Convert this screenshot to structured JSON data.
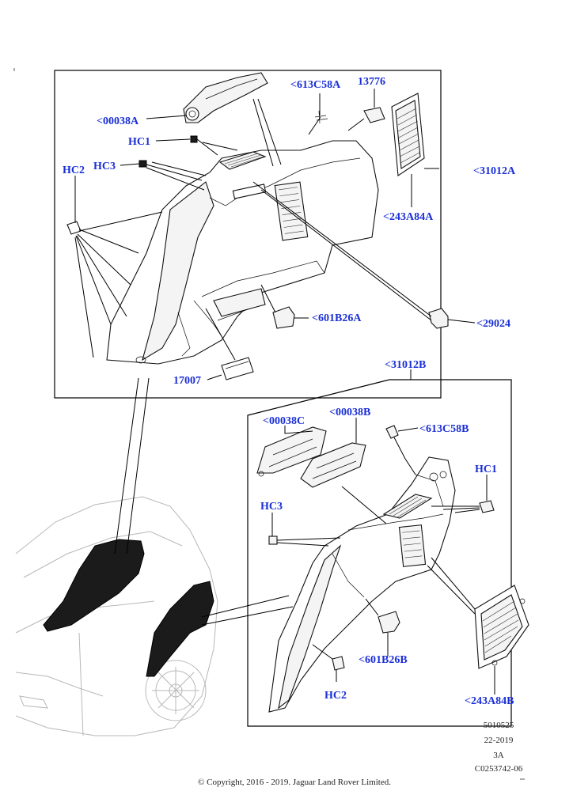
{
  "labels": {
    "top_00038A": "<00038A",
    "top_613C58A": "<613C58A",
    "top_13776": "13776",
    "top_HC1": "HC1",
    "top_HC3": "HC3",
    "top_HC2": "HC2",
    "top_31012A": "<31012A",
    "top_243A84A": "<243A84A",
    "top_601B26A": "<601B26A",
    "top_29024": "<29024",
    "top_17007": "17007",
    "bot_31012B": "<31012B",
    "bot_00038C": "<00038C",
    "bot_00038B": "<00038B",
    "bot_613C58B": "<613C58B",
    "bot_HC1": "HC1",
    "bot_HC3": "HC3",
    "bot_601B26B": "<601B26B",
    "bot_HC2": "HC2",
    "bot_243A84B": "<243A84B"
  },
  "meta": {
    "code1": "5010525",
    "code2": "22-2019",
    "code3": "3A",
    "code4": "C0253742-06"
  },
  "copyright": "© Copyright, 2016 - 2019. Jaguar Land Rover Limited.",
  "colors": {
    "callout": "#1a2fd6",
    "line": "#000000"
  }
}
